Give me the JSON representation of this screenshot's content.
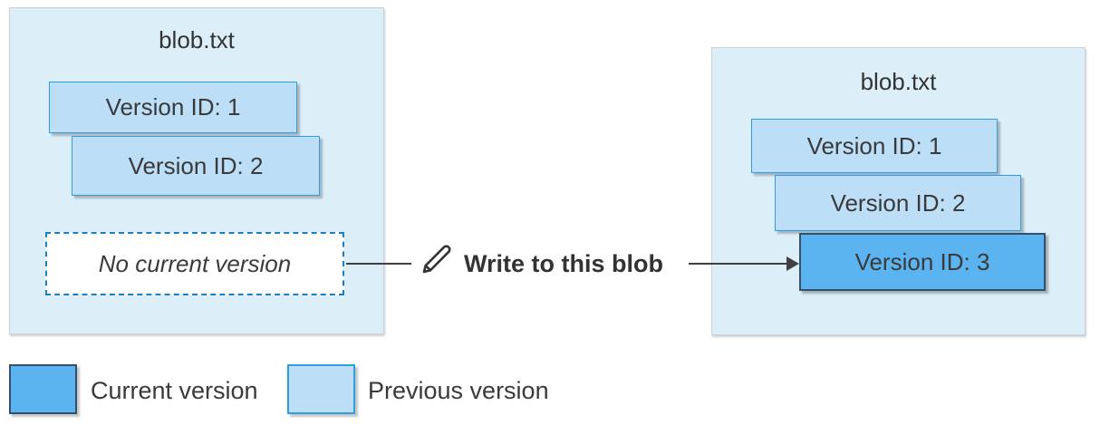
{
  "left_blob": {
    "title": "blob.txt",
    "versions": [
      {
        "label": "Version ID: 1",
        "state": "previous"
      },
      {
        "label": "Version ID: 2",
        "state": "previous"
      }
    ],
    "no_current_label": "No current version"
  },
  "action": {
    "label": "Write to this blob",
    "icon": "pencil-icon"
  },
  "right_blob": {
    "title": "blob.txt",
    "versions": [
      {
        "label": "Version ID: 1",
        "state": "previous"
      },
      {
        "label": "Version ID: 2",
        "state": "previous"
      },
      {
        "label": "Version ID: 3",
        "state": "current"
      }
    ]
  },
  "legend": {
    "items": [
      {
        "label": "Current version",
        "swatch": "current",
        "color": "#5bb4f0"
      },
      {
        "label": "Previous version",
        "swatch": "previous",
        "color": "#bddef7"
      }
    ]
  },
  "colors": {
    "box_fill": "#dceef8",
    "box_border": "#c9d3d9",
    "previous_fill": "#bddef7",
    "previous_border": "#2e9be2",
    "current_fill": "#5bb4f0",
    "current_border": "#31516f",
    "dashed_border": "#1b7fc4",
    "connector": "#404040",
    "text": "#3a3a3a"
  }
}
